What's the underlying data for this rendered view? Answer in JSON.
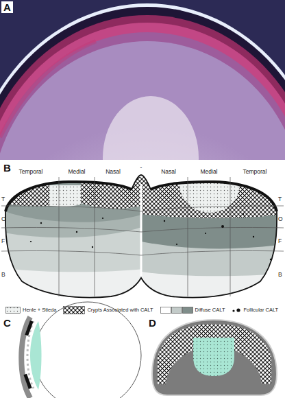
{
  "diagram": {
    "labels": [
      "A",
      "B",
      "Temporal",
      "Medial",
      "Nasal",
      "-",
      "Nasal",
      "Medial",
      "Temporal",
      "T",
      "O",
      "F",
      "B",
      "T",
      "O",
      "F",
      "B",
      "C",
      "D"
    ],
    "legend": [
      {
        "text": "Henle + Stieda"
      },
      {
        "text": "Crypts Associated with CALT"
      },
      {
        "text": "Diffuse CALT"
      },
      {
        "text": "Follicular CALT"
      }
    ]
  }
}
